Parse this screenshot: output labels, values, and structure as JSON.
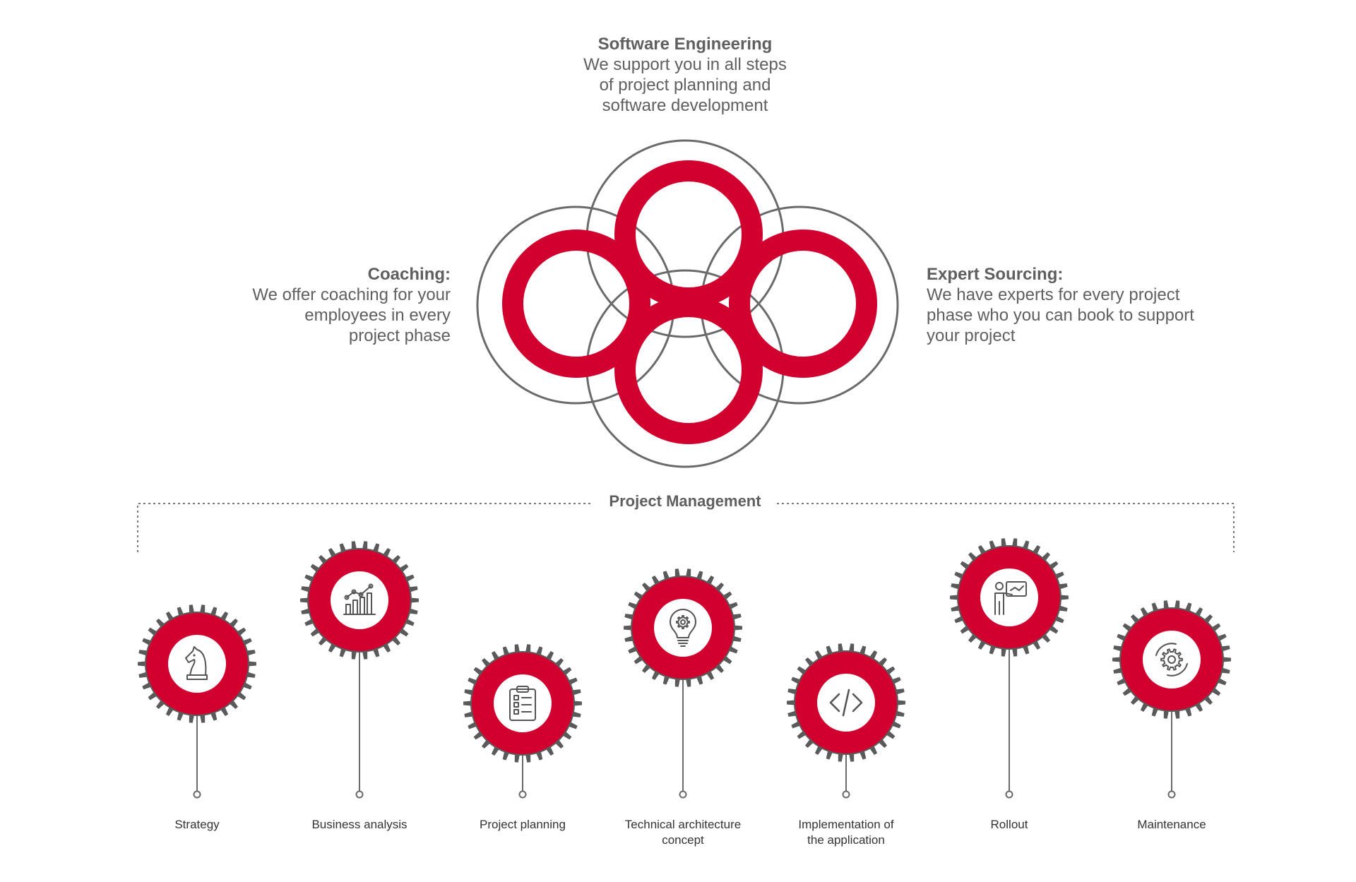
{
  "header": {
    "title": "Software Engineering",
    "lines": [
      "We support you in all steps",
      "of project planning and",
      "software development"
    ]
  },
  "coaching": {
    "title": "Coaching:",
    "lines": [
      "We offer coaching for your",
      "employees in every",
      "project phase"
    ]
  },
  "expert": {
    "title": "Expert Sourcing:",
    "lines": [
      "We have experts for every project",
      "phase who you can book to support",
      "your project"
    ]
  },
  "project_management": {
    "label": "Project Management"
  },
  "steps": [
    {
      "label_lines": [
        "Strategy"
      ],
      "icon": "chess-knight-icon"
    },
    {
      "label_lines": [
        "Business analysis"
      ],
      "icon": "bar-chart-icon"
    },
    {
      "label_lines": [
        "Project planning"
      ],
      "icon": "clipboard-checklist-icon"
    },
    {
      "label_lines": [
        "Technical architecture",
        "concept"
      ],
      "icon": "lightbulb-gear-icon"
    },
    {
      "label_lines": [
        "Implementation of",
        "the application"
      ],
      "icon": "code-icon"
    },
    {
      "label_lines": [
        "Rollout"
      ],
      "icon": "presenter-board-icon"
    },
    {
      "label_lines": [
        "Maintenance"
      ],
      "icon": "gear-cycle-icon"
    }
  ],
  "colors": {
    "accent": "#d2002e",
    "gear": "#5a5a5a",
    "text": "#5f5f5f",
    "line": "#6a6a6a"
  }
}
